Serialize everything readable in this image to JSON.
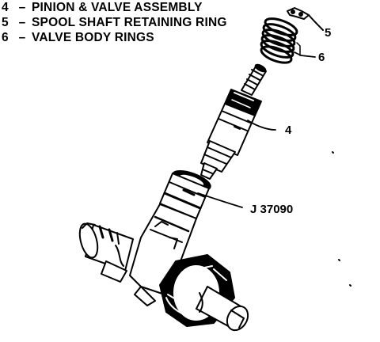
{
  "legend": [
    {
      "number": "4",
      "dash": "–",
      "text": "PINION & VALVE ASSEMBLY"
    },
    {
      "number": "5",
      "dash": "–",
      "text": "SPOOL SHAFT RETAINING RING"
    },
    {
      "number": "6",
      "dash": "–",
      "text": "VALVE BODY RINGS"
    }
  ],
  "callouts": {
    "c5": "5",
    "c6": "6",
    "c4": "4",
    "tool": "J 37090"
  }
}
